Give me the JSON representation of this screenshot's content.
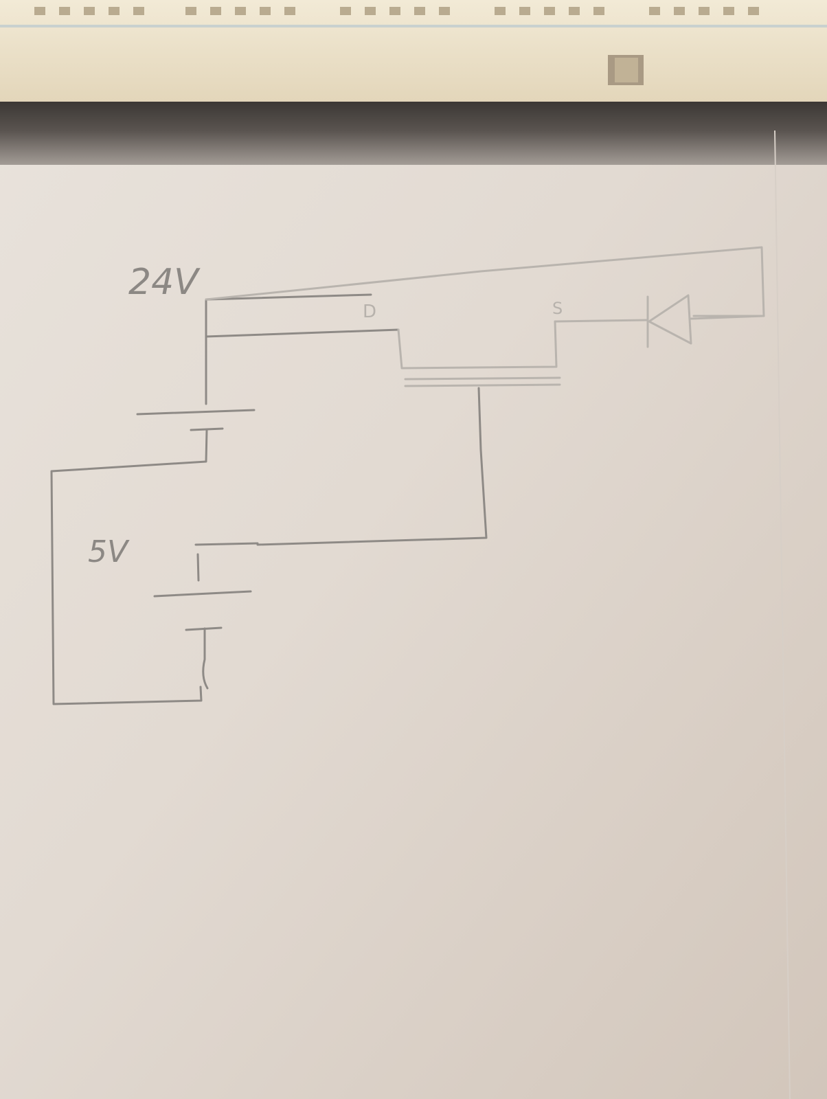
{
  "labels": {
    "v_high": "24V",
    "v_low": "5V",
    "drain": "D",
    "source": "S"
  },
  "colors": {
    "paper": "#e4ddd6",
    "pencil": "#8e8a86",
    "breadboard": "#eee4cc",
    "shadow": "#3f3b37"
  }
}
